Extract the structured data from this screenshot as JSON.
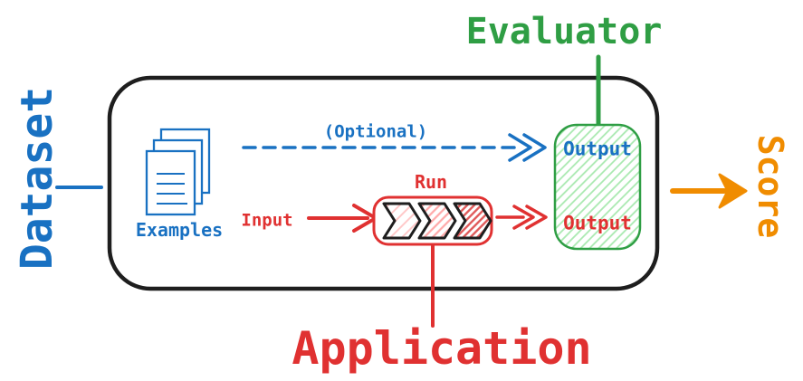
{
  "labels": {
    "dataset": "Dataset",
    "evaluator": "Evaluator",
    "score": "Score",
    "application": "Application",
    "examples": "Examples",
    "optional": "(Optional)",
    "input": "Input",
    "run": "Run",
    "evaluator_output": "Output",
    "application_output": "Output"
  },
  "colors": {
    "blue": "#1971c2",
    "red": "#e03131",
    "green": "#2f9e44",
    "orange": "#f08c00",
    "ink": "#1e1e1e",
    "hatch-green": "#a9e9b0",
    "hatch-pink-light": "#ffc9c9",
    "hatch-pink": "#ffa8a8",
    "hatch-red": "#e05a5a"
  },
  "icons": {
    "examples": "documents-stack-icon",
    "pipeline": "triple-chevron-pipeline-icon",
    "optional_arrow": "dashed-arrow-right-icon",
    "input_arrow": "arrow-right-icon",
    "run_output_arrow": "arrow-right-icon",
    "score_arrow": "arrow-right-icon"
  }
}
